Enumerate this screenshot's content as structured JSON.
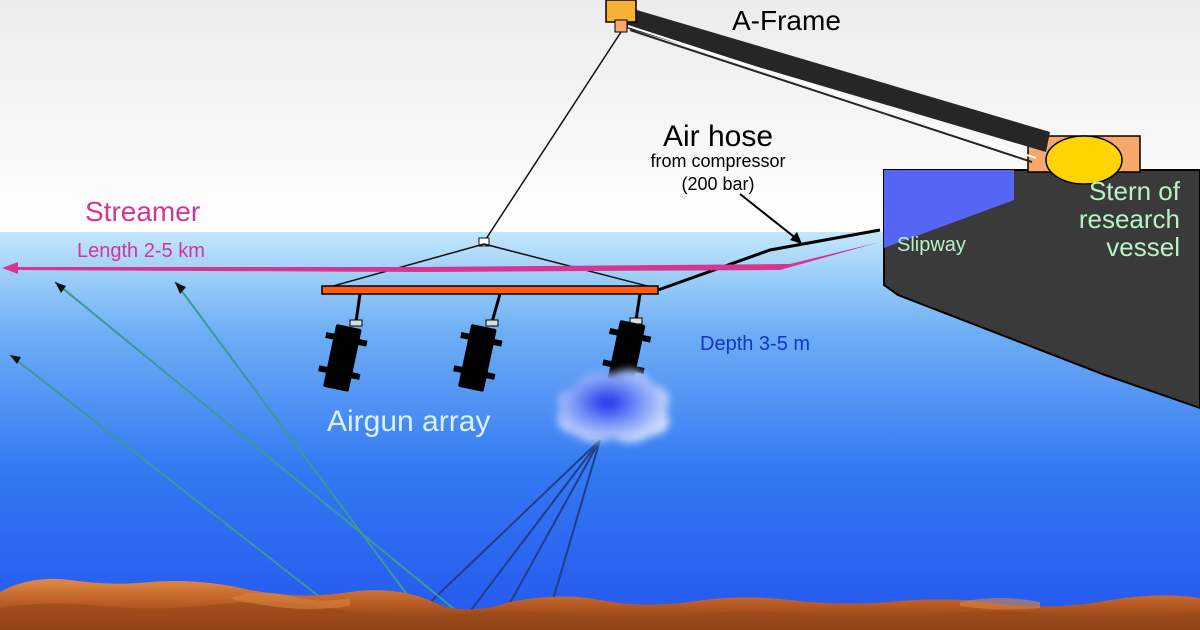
{
  "labels": {
    "a_frame": "A-Frame",
    "air_hose": "Air hose",
    "air_hose_sub1": "from compressor",
    "air_hose_sub2": "(200 bar)",
    "streamer": "Streamer",
    "streamer_length": "Length 2-5 km",
    "slipway": "Slipway",
    "stern_line1": "Stern of",
    "stern_line2": "research",
    "stern_line3": "vessel",
    "depth": "Depth 3-5 m",
    "airgun_array": "Airgun array"
  },
  "colors": {
    "sky_top": "#ececec",
    "sky_bottom": "#ffffff",
    "water_top": "#bfe6fb",
    "water_mid": "#2f78f2",
    "water_bottom": "#2458f0",
    "seabed": "#a8501e",
    "seabed_light": "#d87a3a",
    "streamer": "#d63592",
    "vessel_hull": "#3b3b3b",
    "slipway": "#5566f5",
    "vessel_text": "#b9f2c3",
    "airgun_float": "#ff5a10",
    "airgun": "#000000",
    "a_frame": "#222222",
    "a_frame_joint": "#f7b233",
    "winch_box": "#f5a86a",
    "winch_drum": "#ffd400",
    "depth_text": "#1433c8",
    "airgun_text": "#dbf1ff",
    "ray": "#2f8f94",
    "ray_dark": "#1e4a8c",
    "bubble": "#2a3cf0"
  }
}
